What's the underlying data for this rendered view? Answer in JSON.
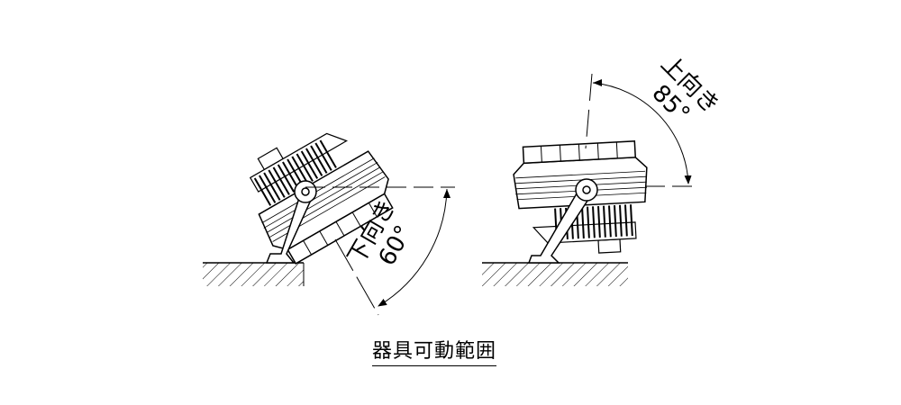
{
  "diagram": {
    "title": "器具可動範囲",
    "left_view": {
      "direction_label": "下向き",
      "angle_label": "60°",
      "angle_deg": 60
    },
    "right_view": {
      "direction_label": "上向き",
      "angle_label": "85°",
      "angle_deg": 85
    },
    "colors": {
      "line": "#000000",
      "background": "#ffffff"
    }
  }
}
